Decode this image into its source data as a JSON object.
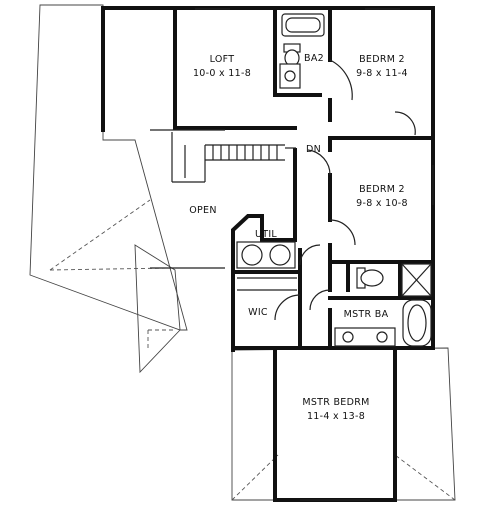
{
  "rooms": {
    "loft": {
      "name": "LOFT",
      "size": "10-0 x 11-8"
    },
    "ba2": {
      "name": "BA2"
    },
    "bedrm_top": {
      "name": "BEDRM 2",
      "size": "9-8 x 11-4"
    },
    "bedrm_mid": {
      "name": "BEDRM 2",
      "size": "9-8 x 10-8"
    },
    "open": {
      "name": "OPEN"
    },
    "util": {
      "name": "UTIL"
    },
    "wic": {
      "name": "WIC"
    },
    "mstr_ba": {
      "name": "MSTR BA"
    },
    "mstr_bedrm": {
      "name": "MSTR BEDRM",
      "size": "11-4 x 13-8"
    }
  },
  "annotations": {
    "dn": "DN"
  }
}
